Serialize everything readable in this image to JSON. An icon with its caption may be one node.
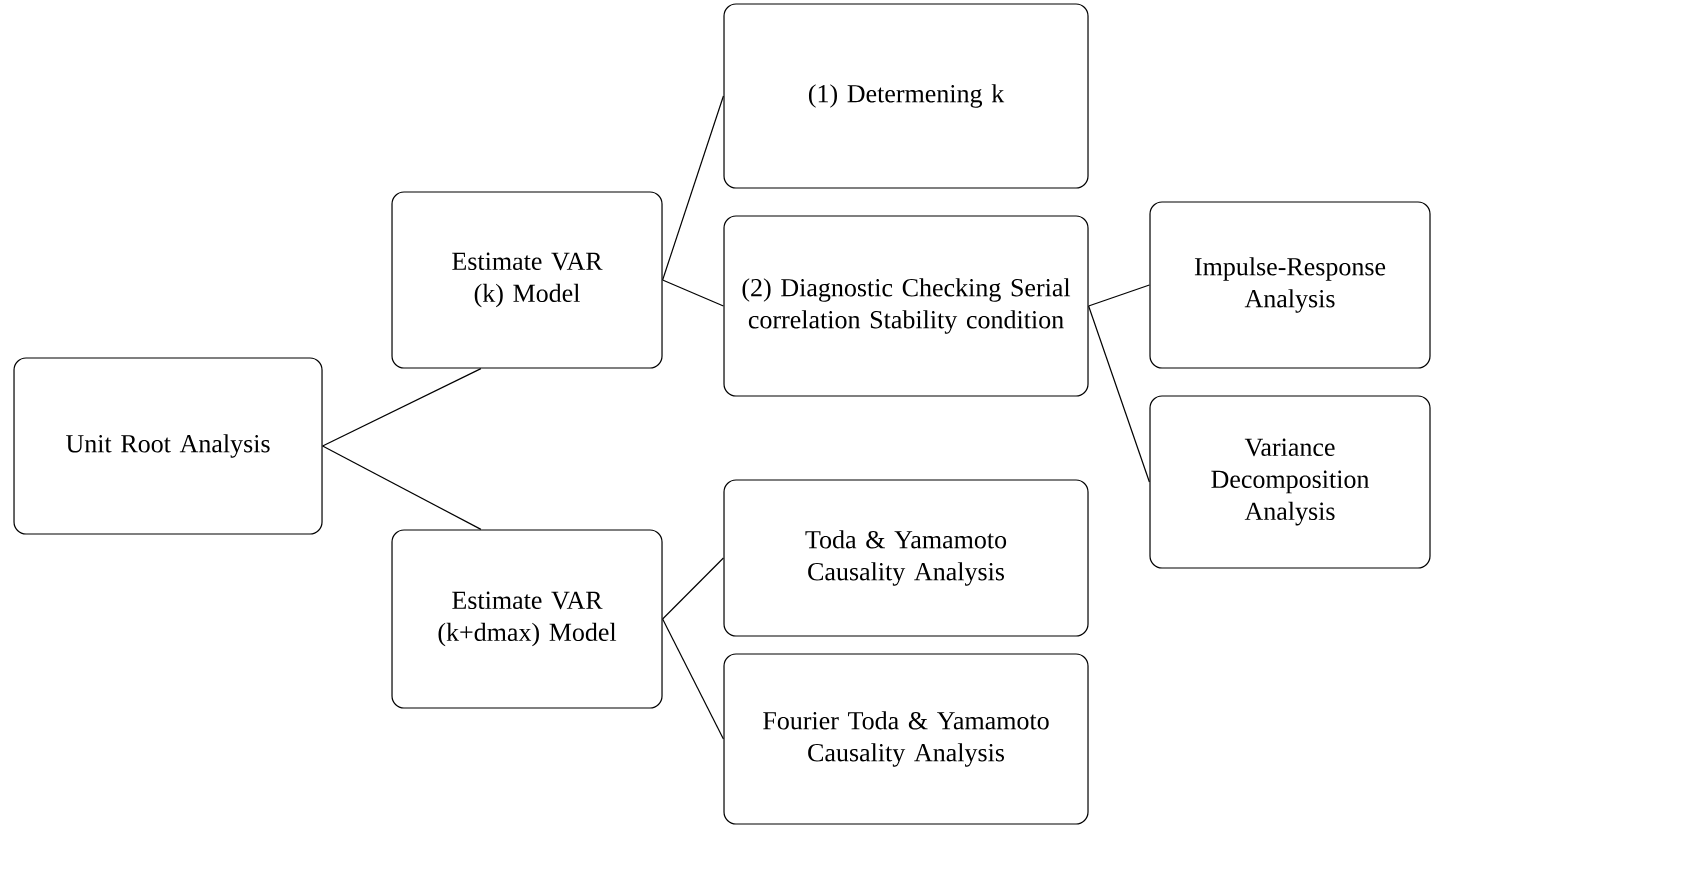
{
  "diagram": {
    "nodes": [
      {
        "text": [
          "Unit Root Analysis"
        ]
      },
      {
        "text": [
          "Estimate VAR (k) Model"
        ]
      },
      {
        "text": [
          "Estimate VAR (k+dmax) Model"
        ]
      },
      {
        "text": [
          "(1) Determening k"
        ]
      },
      {
        "text": [
          "(2) Diagnostic Checking Serial correlation Stability condition"
        ]
      },
      {
        "text": [
          "Impulse-Response Analysis"
        ]
      },
      {
        "text": [
          "Variance Decomposition Analysis"
        ]
      },
      {
        "text": [
          "Toda & Yamamoto Causality Analysis"
        ]
      },
      {
        "text": [
          "Fourier Toda & Yamamoto Causality Analysis"
        ]
      }
    ],
    "edges": [
      {
        "from": 0,
        "to": 1,
        "arrow": "none"
      },
      {
        "from": 0,
        "to": 2,
        "arrow": "none"
      },
      {
        "from": 1,
        "to": 3,
        "arrow": "none"
      },
      {
        "from": 1,
        "to": 4,
        "arrow": "none"
      },
      {
        "from": 4,
        "to": 5,
        "arrow": "none"
      },
      {
        "from": 4,
        "to": 6,
        "arrow": "none"
      },
      {
        "from": 2,
        "to": 7,
        "arrow": "none"
      },
      {
        "from": 2,
        "to": 8,
        "arrow": "none"
      }
    ]
  }
}
